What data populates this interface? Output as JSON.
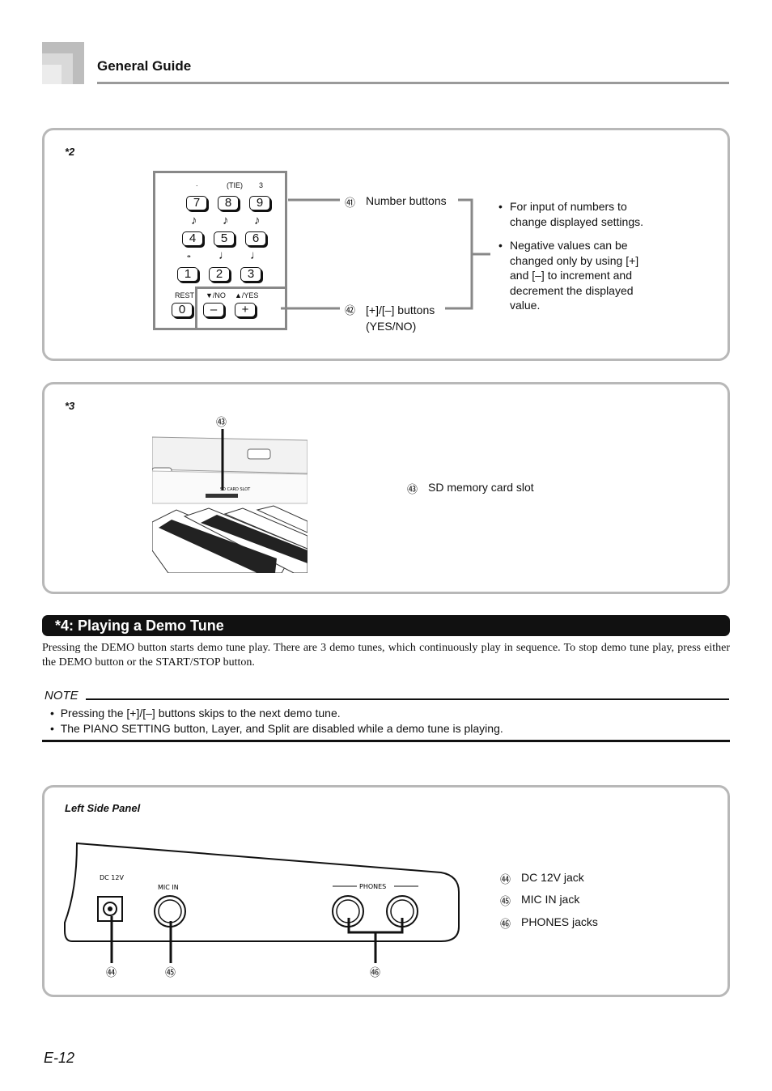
{
  "header": {
    "title": "General Guide"
  },
  "panel2": {
    "ref": "*2",
    "keypad": {
      "top_symbols": [
        ".",
        "(TIE)",
        "3"
      ],
      "rest_label": "REST",
      "no_label": "▼/NO",
      "yes_label": "▲/YES",
      "row1": [
        "7",
        "8",
        "9"
      ],
      "row2": [
        "4",
        "5",
        "6"
      ],
      "row3": [
        "1",
        "2",
        "3"
      ],
      "row4": [
        "0",
        "–",
        "+"
      ],
      "note_row1": [
        "♪",
        "♪",
        "♪"
      ],
      "note_row2": [
        "𝅝",
        "♩",
        "♩"
      ]
    },
    "item41": {
      "num": "㊶",
      "label": "Number buttons"
    },
    "item42": {
      "num": "㊷",
      "label_line1": "[+]/[–] buttons",
      "label_line2": "(YES/NO)"
    },
    "bullets": [
      [
        "For input of numbers to",
        "change displayed settings."
      ],
      [
        "Negative values can be",
        "changed only by using [+]",
        "and [–] to increment and",
        "decrement the displayed",
        "value."
      ]
    ]
  },
  "panel3": {
    "ref": "*3",
    "callout_num": "㊸",
    "item43": {
      "num": "㊸",
      "label": "SD memory card slot"
    },
    "slot_label": "SD CARD SLOT"
  },
  "section": {
    "title": "*4: Playing a Demo Tune",
    "body": "Pressing the DEMO button starts demo tune play. There are 3 demo tunes, which continuously play in sequence. To stop demo tune play, press either the DEMO button or the START/STOP button.",
    "note_title": "NOTE",
    "notes": [
      "Pressing the [+]/[–] buttons skips to the next demo tune.",
      "The PIANO SETTING button, Layer, and Split are disabled while a demo tune is playing."
    ]
  },
  "panel4": {
    "ref": "Left Side Panel",
    "jack_labels": {
      "dc": "DC 12V",
      "mic": "MIC IN",
      "phones": "PHONES"
    },
    "callouts": [
      "㊹",
      "㊺",
      "㊻"
    ],
    "items": [
      {
        "num": "㊹",
        "label": "DC 12V jack"
      },
      {
        "num": "㊺",
        "label": "MIC IN jack"
      },
      {
        "num": "㊻",
        "label": "PHONES jacks"
      }
    ]
  },
  "footer": {
    "page": "E-12"
  }
}
